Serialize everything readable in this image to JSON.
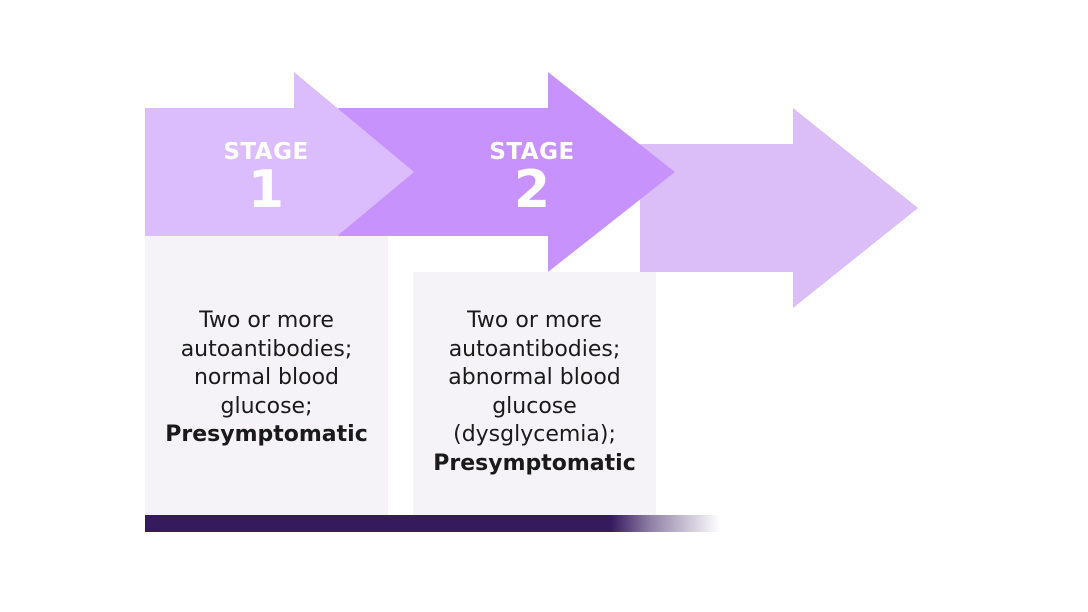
{
  "stages": [
    {
      "word": "STAGE",
      "number": "1",
      "arrow_color": "#dbbcfc",
      "description": [
        {
          "text": "Two or more",
          "bold": false
        },
        {
          "text": "autoantibodies;",
          "bold": false
        },
        {
          "text": "normal blood",
          "bold": false
        },
        {
          "text": "glucose;",
          "bold": false
        },
        {
          "text": "Presymptomatic",
          "bold": true
        }
      ]
    },
    {
      "word": "STAGE",
      "number": "2",
      "arrow_color": "#c892fd",
      "description": [
        {
          "text": "Two or more",
          "bold": false
        },
        {
          "text": "autoantibodies;",
          "bold": false
        },
        {
          "text": "abnormal blood",
          "bold": false
        },
        {
          "text": "glucose",
          "bold": false
        },
        {
          "text": "(dysglycemia);",
          "bold": false
        },
        {
          "text": "Presymptomatic",
          "bold": true
        }
      ]
    },
    {
      "arrow_color": "#dbbdf8"
    }
  ],
  "colors": {
    "box_background": "#f5f3f8",
    "timeline_bar": "#361a5e"
  }
}
